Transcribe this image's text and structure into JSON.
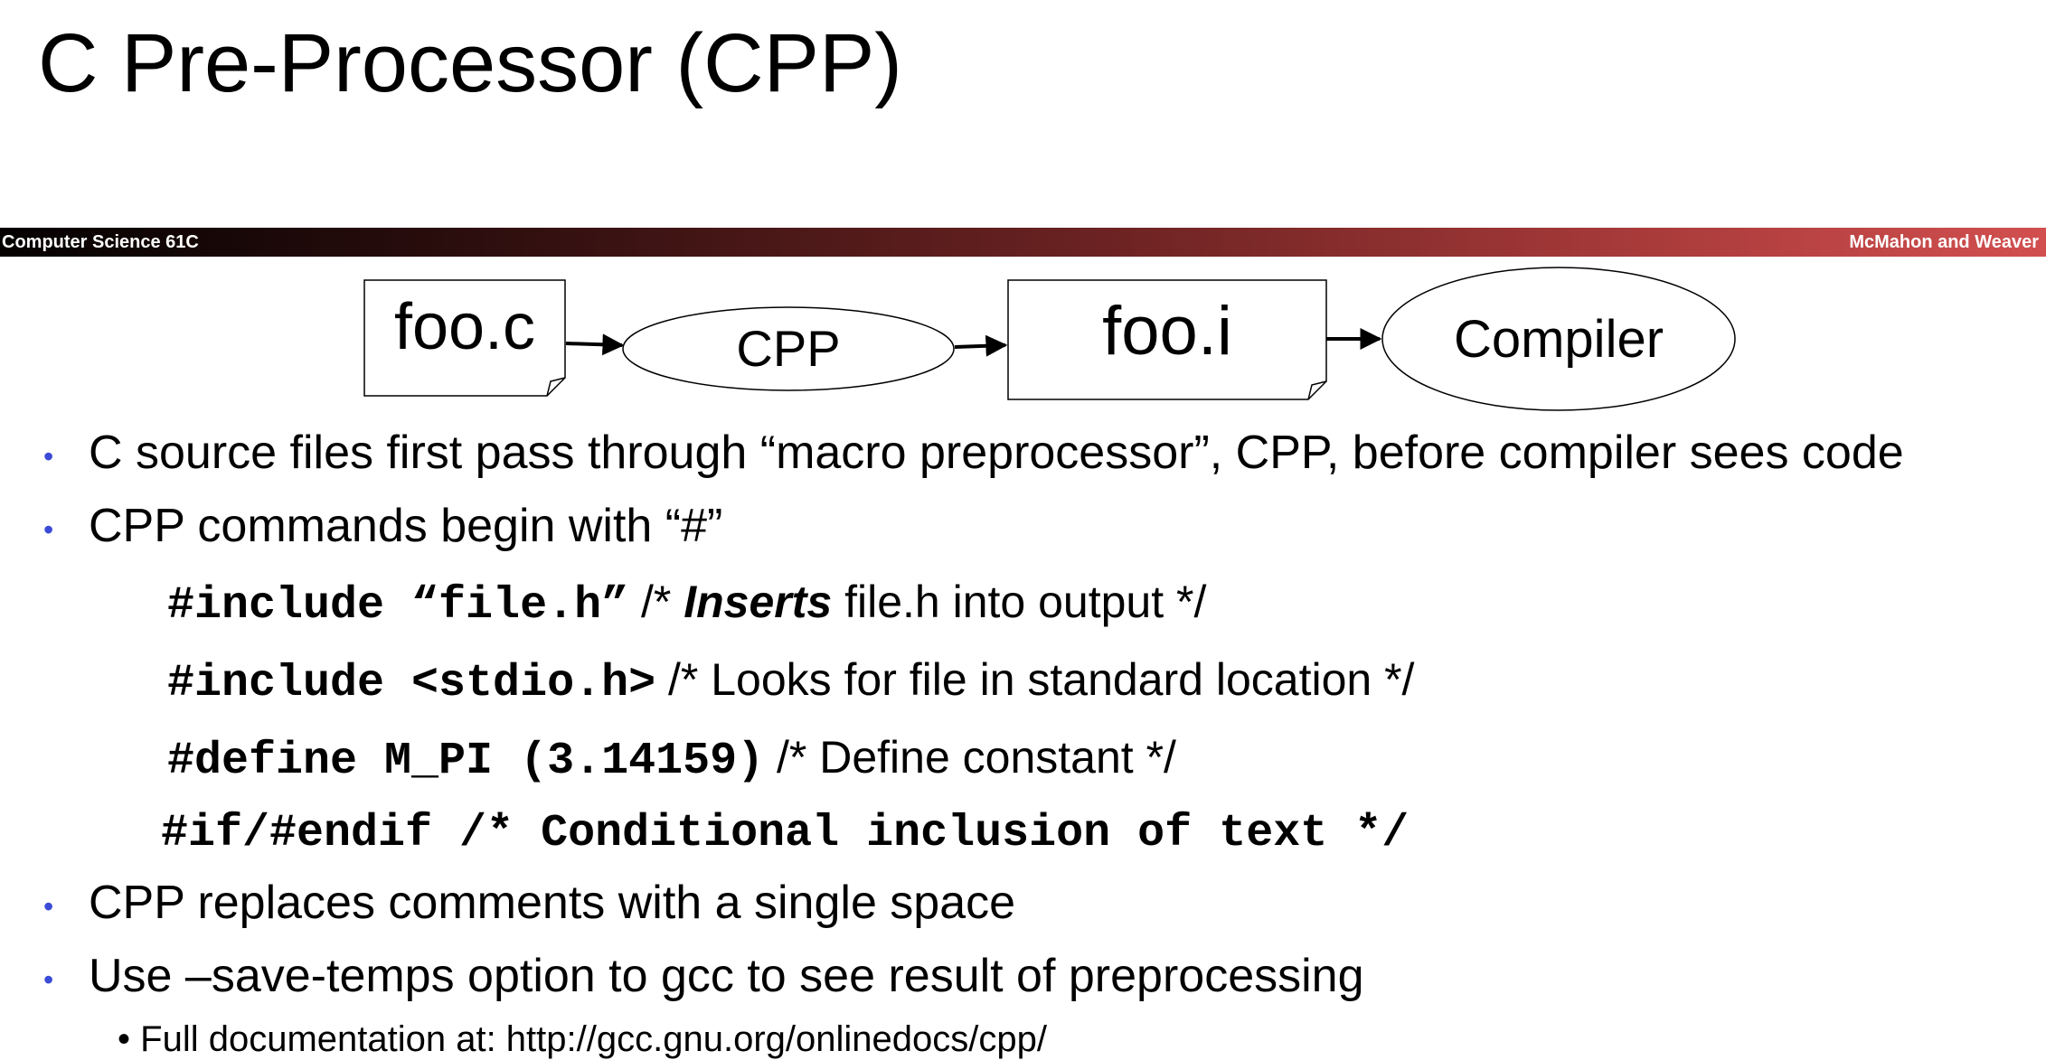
{
  "slide": {
    "title": "C Pre-Processor (CPP)"
  },
  "banner": {
    "left_text": "Computer Science 61C",
    "right_text": "McMahon and Weaver",
    "colors": {
      "start": "#050101",
      "end": "#d24f4f"
    }
  },
  "diagram": {
    "nodes": [
      {
        "label": "foo.c",
        "shape": "document"
      },
      {
        "label": "CPP",
        "shape": "ellipse"
      },
      {
        "label": "foo.i",
        "shape": "document"
      },
      {
        "label": "Compiler",
        "shape": "ellipse"
      }
    ]
  },
  "bullets": [
    {
      "text": "C source files first pass through “macro preprocessor”, CPP, before compiler sees code"
    },
    {
      "text": "CPP commands begin with “#”"
    }
  ],
  "code_lines": [
    {
      "code": "#include “file.h”",
      "comment_open": " /* ",
      "emph": "Inserts",
      "comment_rest": " file.h into output */"
    },
    {
      "code": "#include <stdio.h>",
      "comment": " /* Looks for file in standard location */"
    },
    {
      "code": "#define M_PI (3.14159)",
      "comment": " /* Define constant */"
    },
    {
      "code": "#if/#endif /* Conditional inclusion of text */"
    }
  ],
  "bullets_after": [
    {
      "text": "CPP replaces comments with a single space"
    },
    {
      "text": "Use –save-temps option to gcc to see result of preprocessing"
    }
  ],
  "sub_bullet": {
    "marker": "•",
    "text": "Full documentation at: http://gcc.gnu.org/onlinedocs/cpp/"
  },
  "colors": {
    "bullet": "#3a4bd6",
    "text": "#000000"
  }
}
